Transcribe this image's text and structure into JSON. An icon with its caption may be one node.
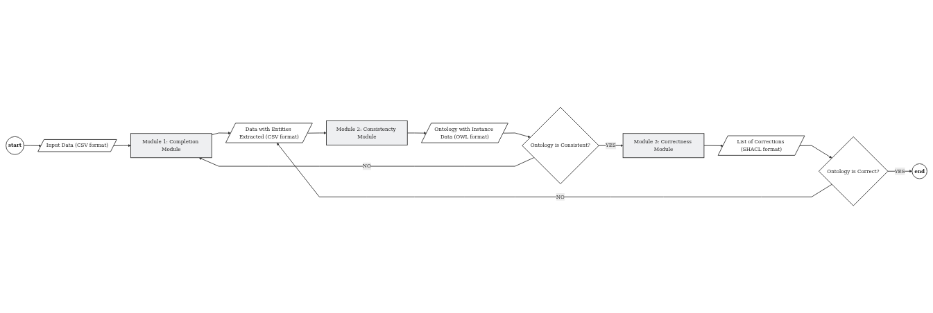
{
  "diagram": {
    "nodes": [
      {
        "text": [
          "start"
        ]
      },
      {
        "text": [
          "Input Data (CSV format)"
        ]
      },
      {
        "text": [
          "Module 1: Completion Module"
        ]
      },
      {
        "text": [
          "Data with Entities Extracted (CSV format)"
        ]
      },
      {
        "text": [
          "Module 2: Consistencty Module"
        ]
      },
      {
        "text": [
          "Ontology with Instance Data (OWL format)"
        ]
      },
      {
        "text": [
          "Ontology is Consistent?"
        ]
      },
      {
        "text": [
          "Module 3: Correctness Module"
        ]
      },
      {
        "text": [
          "List of Corrections (SHACL format)"
        ]
      },
      {
        "text": [
          "Ontology is Correct?"
        ]
      },
      {
        "text": [
          "end"
        ]
      }
    ],
    "edges": [
      {
        "from": 0,
        "to": 1,
        "arrow": "to"
      },
      {
        "from": 1,
        "to": 2,
        "arrow": "to"
      },
      {
        "from": 2,
        "to": 3,
        "arrow": "to"
      },
      {
        "from": 3,
        "to": 4,
        "arrow": "to"
      },
      {
        "from": 4,
        "to": 5,
        "arrow": "to"
      },
      {
        "from": 5,
        "to": 6,
        "arrow": "to"
      },
      {
        "from": 6,
        "to": 2,
        "label": "NO",
        "arrow": "to"
      },
      {
        "from": 6,
        "to": 7,
        "label": "YES",
        "arrow": "to"
      },
      {
        "from": 7,
        "to": 8,
        "arrow": "to"
      },
      {
        "from": 8,
        "to": 9,
        "arrow": "to"
      },
      {
        "from": 9,
        "to": 10,
        "label": "YES",
        "arrow": "to"
      },
      {
        "from": 9,
        "to": 3,
        "label": "NO",
        "arrow": "to"
      }
    ]
  }
}
